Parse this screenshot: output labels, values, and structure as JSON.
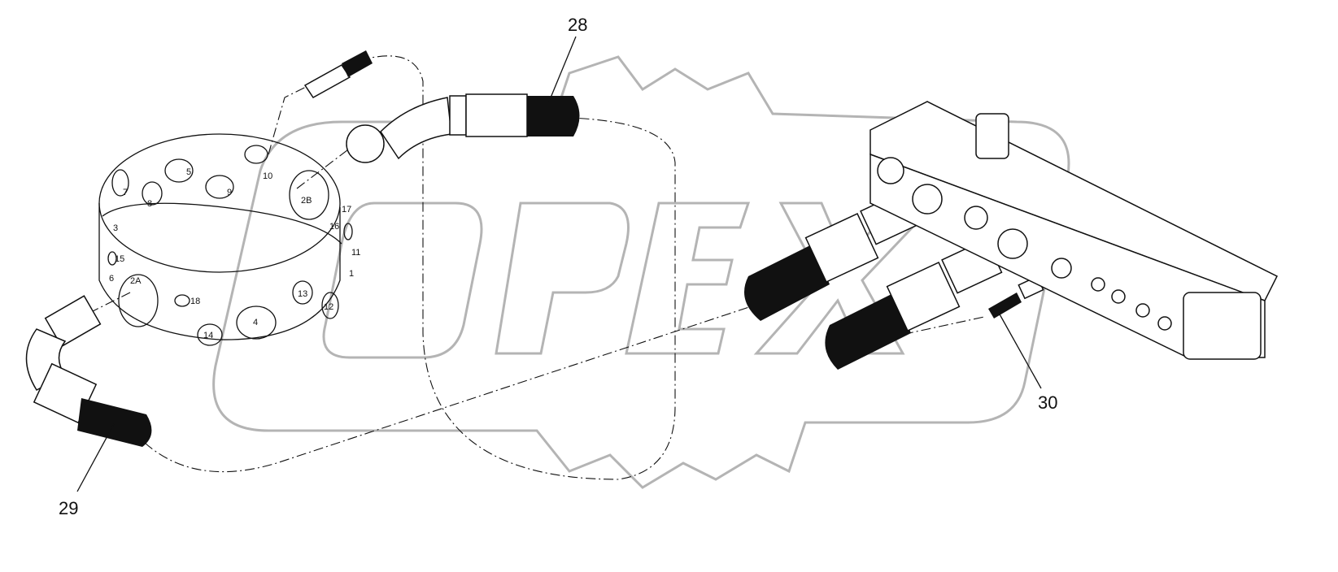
{
  "watermark": {
    "text": "OPEX",
    "color": "#b4b4b4"
  },
  "callouts": [
    {
      "id": "28",
      "label": "28"
    },
    {
      "id": "29",
      "label": "29"
    },
    {
      "id": "30",
      "label": "30"
    }
  ],
  "ring_ports": [
    "2A",
    "2B",
    "3",
    "4",
    "5",
    "6",
    "7",
    "8",
    "9",
    "10",
    "11",
    "12",
    "13",
    "14",
    "15",
    "16",
    "17",
    "18",
    "1"
  ]
}
